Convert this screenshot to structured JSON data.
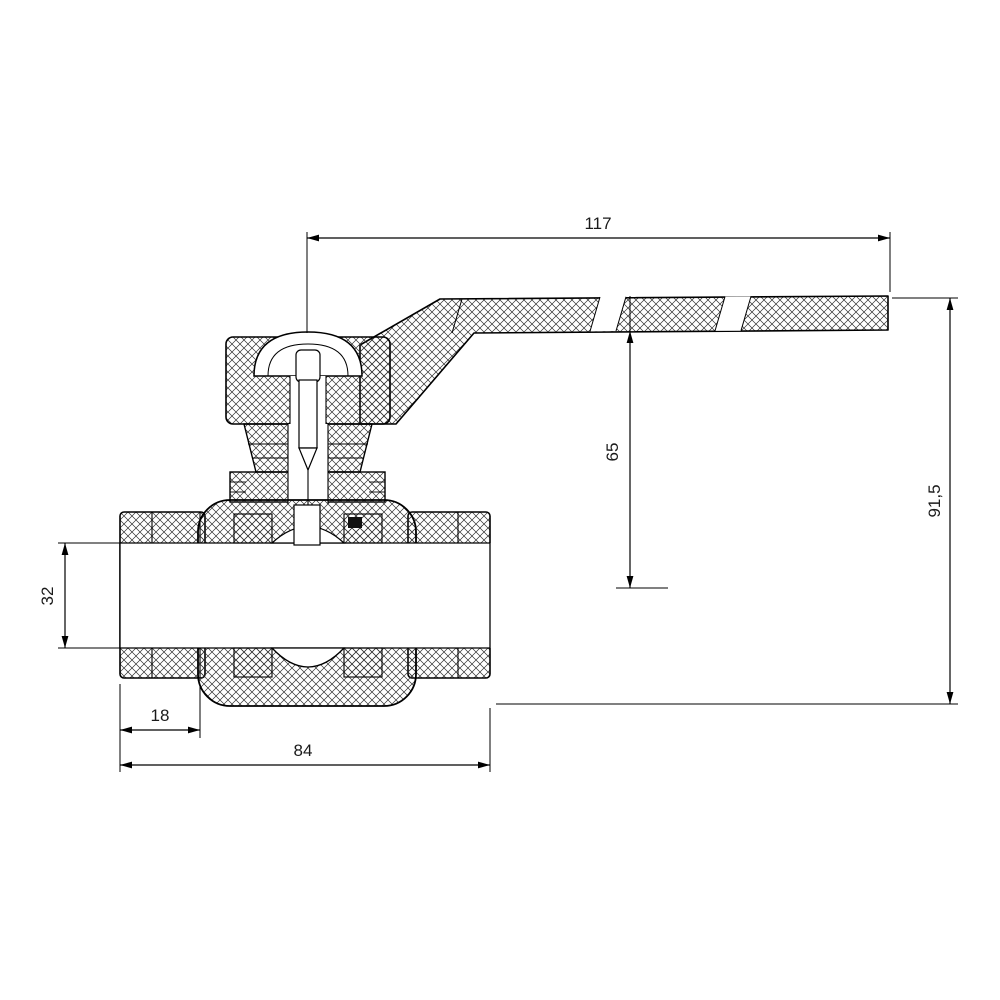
{
  "page": {
    "background_color": "#ffffff",
    "line_color": "#000000"
  },
  "drawing": {
    "type": "technical-dimension-drawing",
    "subject": "ball valve with lever handle, cross-section",
    "dimensions": {
      "handle_length": "117",
      "overall_height": "91,5",
      "center_to_handle": "65",
      "bore_diameter": "32",
      "socket_depth": "18",
      "body_length": "84"
    }
  }
}
